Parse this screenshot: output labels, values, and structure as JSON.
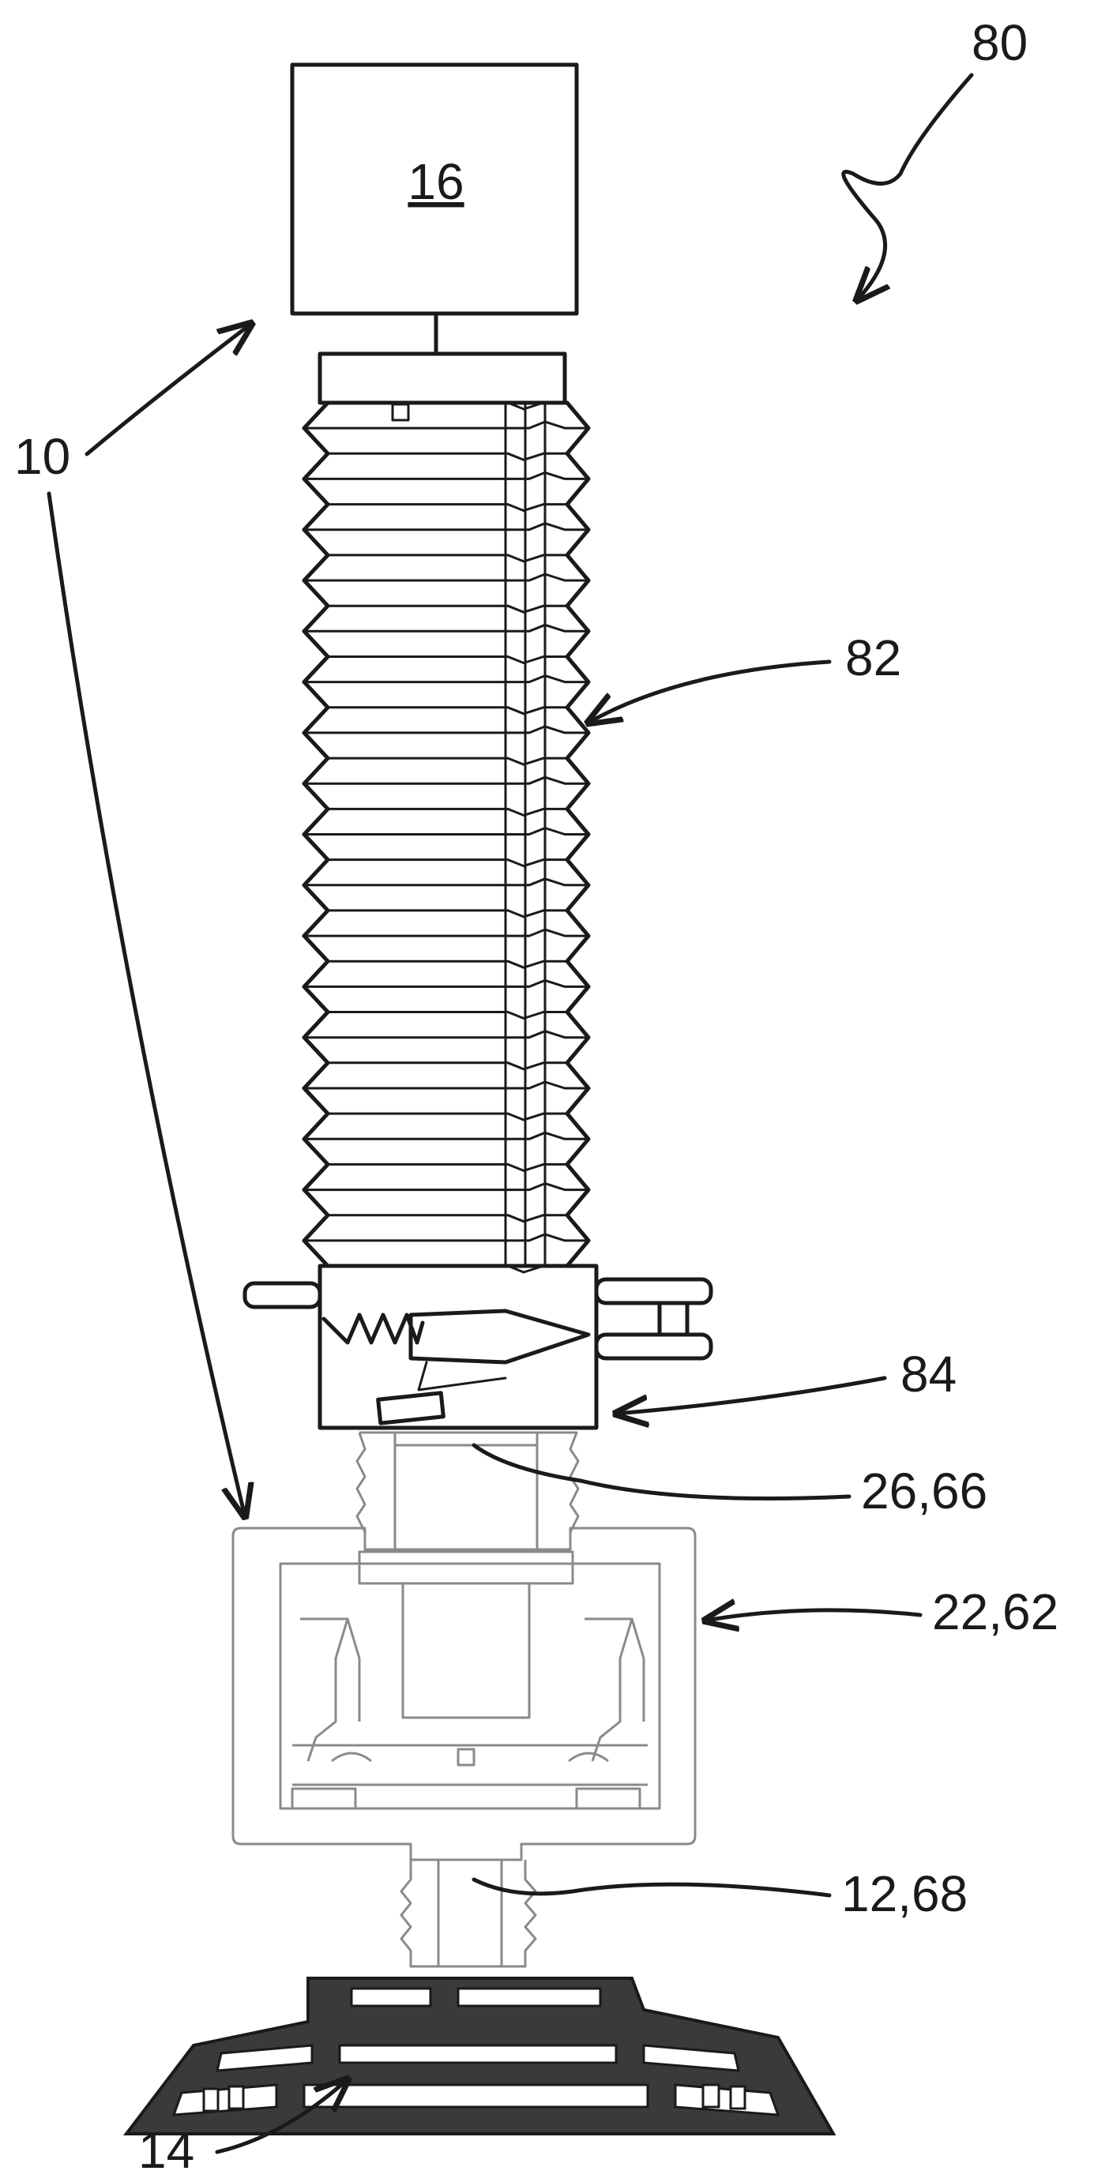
{
  "figure": {
    "labels": {
      "system": "80",
      "apparatus": "10",
      "controller": "16",
      "bellows": "82",
      "valve_unit": "84",
      "coupling_upper": "26,66",
      "joint": "22,62",
      "coupling_lower": "12,68",
      "base": "14"
    }
  }
}
